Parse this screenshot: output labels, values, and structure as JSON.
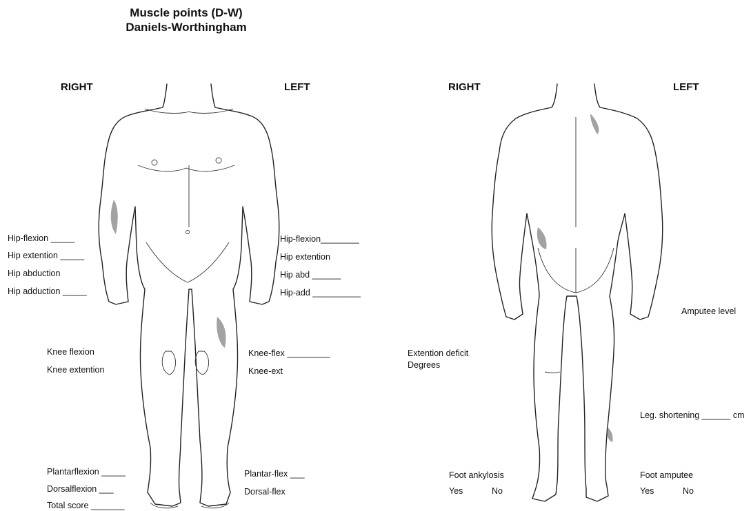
{
  "header": {
    "title_line1": "Muscle points (D-W)",
    "title_line2": "Daniels-Worthingham"
  },
  "front_view": {
    "right_label": "RIGHT",
    "left_label": "LEFT",
    "right_fields": {
      "hip_flexion": "Hip-flexion _____",
      "hip_extension": "Hip extention _____",
      "hip_abduction": "Hip abduction",
      "hip_adduction": "Hip adduction _____",
      "knee_flexion": "Knee flexion",
      "knee_extension": "Knee extention",
      "plantarflexion": "Plantarflexion _____",
      "dorsalflexion": "Dorsalflexion ___",
      "total_score": "Total score _______"
    },
    "left_fields": {
      "hip_flexion": "Hip-flexion________",
      "hip_extension": "Hip extention",
      "hip_abd": "Hip abd ______",
      "hip_add": "Hip-add __________",
      "knee_flex": "Knee-flex _________",
      "knee_ext": "Knee-ext",
      "plantar_flex": "Plantar-flex ___",
      "dorsal_flex": "Dorsal-flex"
    }
  },
  "back_view": {
    "right_label": "RIGHT",
    "left_label": "LEFT",
    "extension_deficit": "Extention deficit",
    "degrees": "Degrees",
    "foot_ankylosis": "Foot ankylosis",
    "foot_ankylosis_yes": "Yes",
    "foot_ankylosis_no": "No",
    "amputee_level": "Amputee level",
    "leg_shortening": "Leg. shortening ______ cm",
    "foot_amputee": "Foot amputee",
    "foot_amputee_yes": "Yes",
    "foot_amputee_no": "No"
  }
}
